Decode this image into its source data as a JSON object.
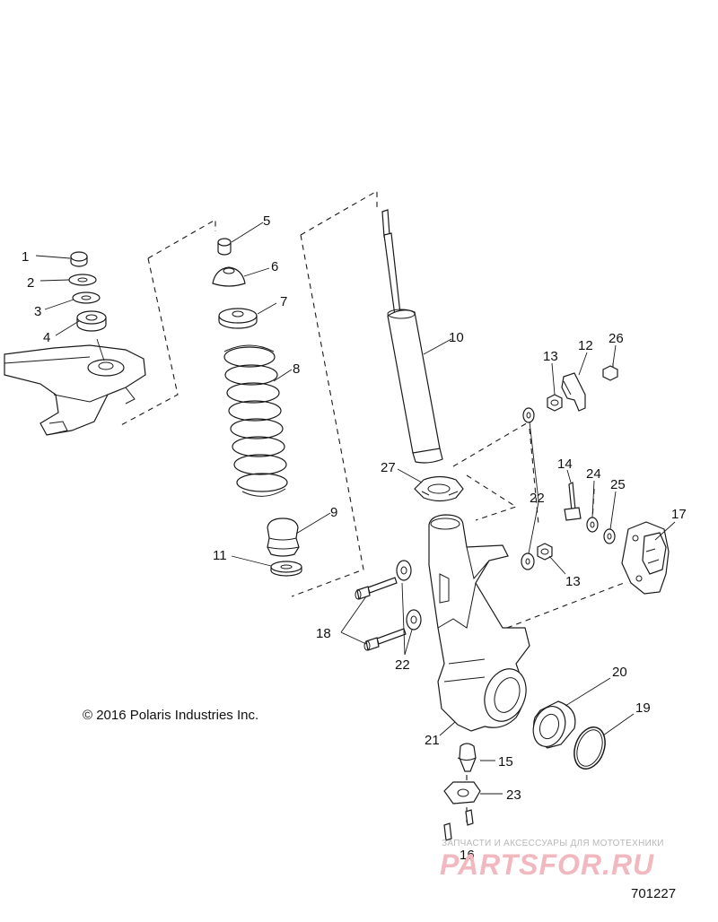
{
  "diagram": {
    "copyright": "© 2016 Polaris Industries Inc.",
    "figure_code": "701227",
    "watermark": {
      "tagline": "ЗАПЧАСТИ И АКСЕССУАРЫ ДЛЯ МОТОТЕХНИКИ",
      "logo": "PARTSFOR.RU"
    },
    "callouts": [
      "1",
      "2",
      "3",
      "4",
      "5",
      "6",
      "7",
      "8",
      "9",
      "10",
      "11",
      "12",
      "13",
      "13",
      "14",
      "15",
      "16",
      "17",
      "18",
      "19",
      "20",
      "21",
      "22",
      "22",
      "22",
      "23",
      "24",
      "25",
      "26",
      "27"
    ]
  }
}
